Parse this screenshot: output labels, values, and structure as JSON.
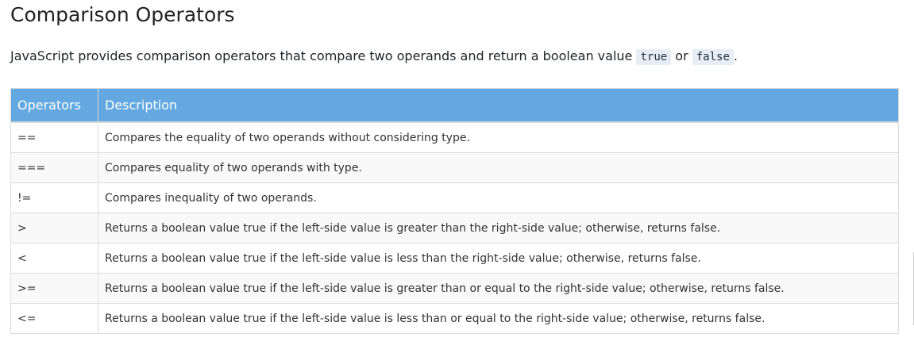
{
  "title": "Comparison Operators",
  "intro": {
    "text": "JavaScript provides comparison operators that compare two operands and return a boolean value ",
    "code_true": "true",
    "connector": " or ",
    "code_false": "false",
    "end": "."
  },
  "table": {
    "headers": [
      "Operators",
      "Description"
    ],
    "rows": [
      {
        "op": "==",
        "desc": "Compares the equality of two operands without considering type."
      },
      {
        "op": "===",
        "desc": "Compares equality of two operands with type."
      },
      {
        "op": "!=",
        "desc": "Compares inequality of two operands."
      },
      {
        "op": ">",
        "desc": "Returns a boolean value true if the left-side value is greater than the right-side value; otherwise, returns false."
      },
      {
        "op": "<",
        "desc": "Returns a boolean value true if the left-side value is less than the right-side value; otherwise, returns false."
      },
      {
        "op": ">=",
        "desc": "Returns a boolean value true if the left-side value is greater than or equal to the right-side value; otherwise, returns false."
      },
      {
        "op": "<=",
        "desc": "Returns a boolean value true if the left-side value is less than or equal to the right-side value; otherwise, returns false."
      }
    ]
  },
  "colors": {
    "header_bg": "#63a8e1",
    "code_bg": "#e7edf6",
    "row_alt_bg": "#f9f9f9"
  }
}
